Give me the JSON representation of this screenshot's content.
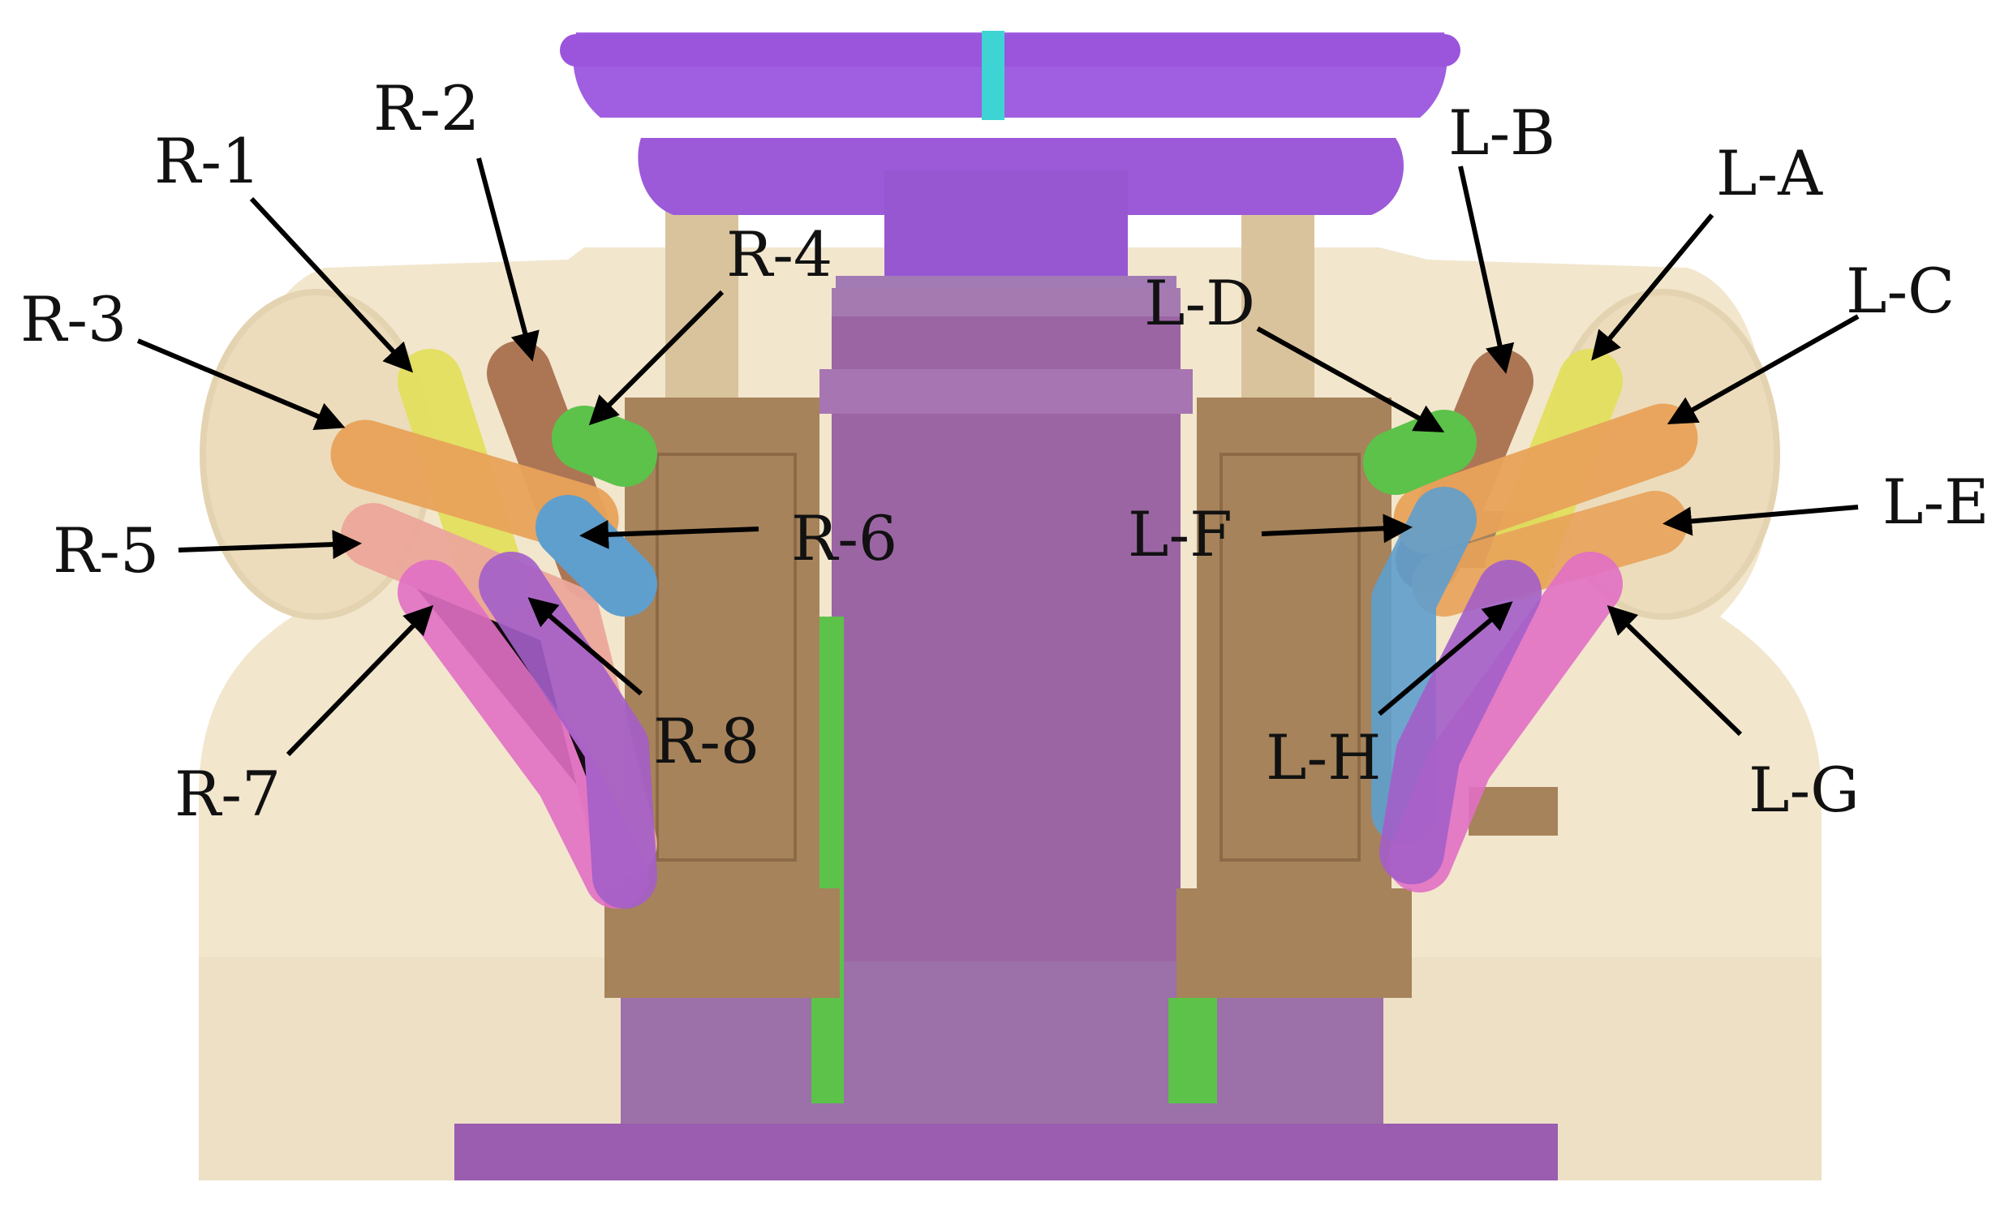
{
  "labels": {
    "r1": "R-1",
    "r2": "R-2",
    "r3": "R-3",
    "r4": "R-4",
    "r5": "R-5",
    "r6": "R-6",
    "r7": "R-7",
    "r8": "R-8",
    "la": "L-A",
    "lb": "L-B",
    "lc": "L-C",
    "ld": "L-D",
    "le": "L-E",
    "lf": "L-F",
    "lg": "L-G",
    "lh": "L-H"
  },
  "colors": {
    "housing": "#f2e6cd",
    "housing_edge": "#e4d3b0",
    "hub": "#9b65a4",
    "hub_top": "#a05ee0",
    "bracket": "#a6835b",
    "guide_post": "#d9c39c",
    "cyan_accent": "#3fd4d4",
    "yellow": "#e3e05e",
    "brown": "#a9714f",
    "orange": "#e9a35a",
    "green": "#5cc24a",
    "salmon": "#eca79b",
    "blue": "#5f9fce",
    "pink": "#e270c5",
    "purple": "#a45fc9",
    "arrow": "#000000"
  }
}
